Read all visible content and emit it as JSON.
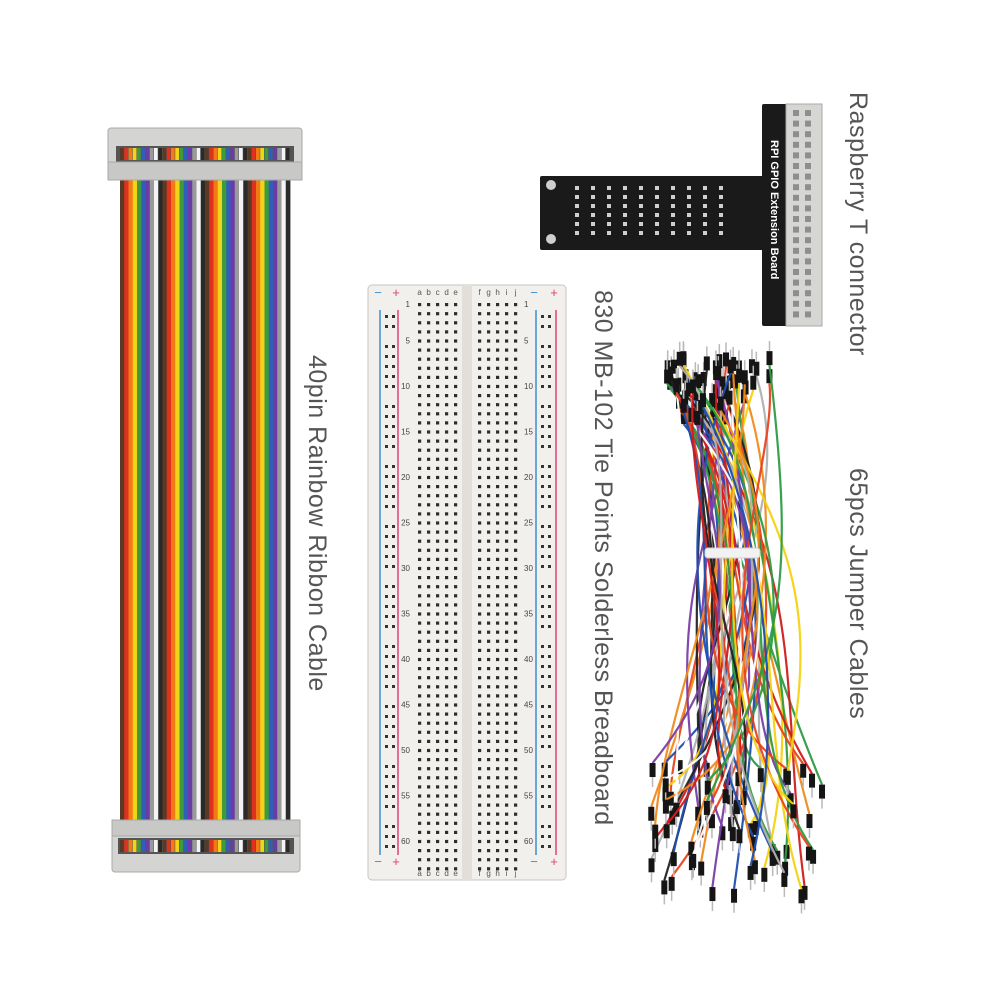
{
  "labels": {
    "ribbon": "40pin Rainbow Ribbon Cable",
    "breadboard": "830 MB-102 Tie Points Solderless Breadboard",
    "tconnector": "Raspberry T connector",
    "jumper": "65pcs Jumper Cables"
  },
  "board_text": "RPI GPIO Extension Board",
  "breadboard_rows": [
    "1",
    "5",
    "10",
    "15",
    "20",
    "25",
    "30",
    "35",
    "40",
    "45",
    "50",
    "55",
    "60"
  ],
  "breadboard_cols_left": [
    "a",
    "b",
    "c",
    "d",
    "e"
  ],
  "breadboard_cols_right": [
    "f",
    "g",
    "h",
    "i",
    "j"
  ],
  "colors": {
    "label_text": "#555555",
    "rainbow": [
      "#5a3a22",
      "#e0301e",
      "#f07a16",
      "#f3d21a",
      "#3f9a3a",
      "#2f5fb8",
      "#6b3ba6",
      "#9a9a9a",
      "#f4f4f4",
      "#2a2a2a"
    ],
    "board": "#1a1a1a",
    "breadboard": "#f2f0ec",
    "rail_blue": "#3a8fd0",
    "rail_red": "#e0407a"
  }
}
